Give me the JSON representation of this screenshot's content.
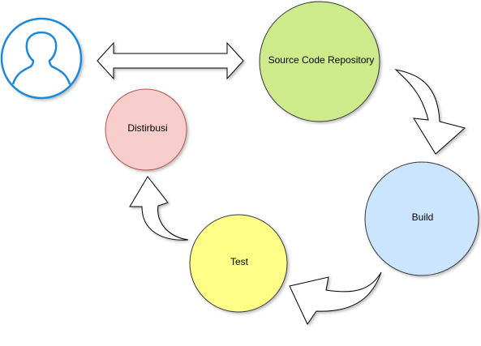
{
  "nodes": {
    "user": {
      "icon": "user-icon",
      "color": "#1e88d9"
    },
    "source": {
      "label": "Source Code Repository",
      "fill": "#cdeb8b",
      "stroke": "#36393d"
    },
    "build": {
      "label": "Build",
      "fill": "#cce5ff",
      "stroke": "#36393d"
    },
    "test": {
      "label": "Test",
      "fill": "#ffff88",
      "stroke": "#36393d"
    },
    "distribusi": {
      "label": "Distirbusi",
      "fill": "#f8cecc",
      "stroke": "#b85450"
    }
  },
  "edges": [
    {
      "from": "user",
      "to": "source",
      "style": "double-arrow"
    },
    {
      "from": "source",
      "to": "build",
      "style": "curved-arrow"
    },
    {
      "from": "build",
      "to": "test",
      "style": "curved-arrow"
    },
    {
      "from": "test",
      "to": "distribusi",
      "style": "curved-arrow"
    }
  ]
}
